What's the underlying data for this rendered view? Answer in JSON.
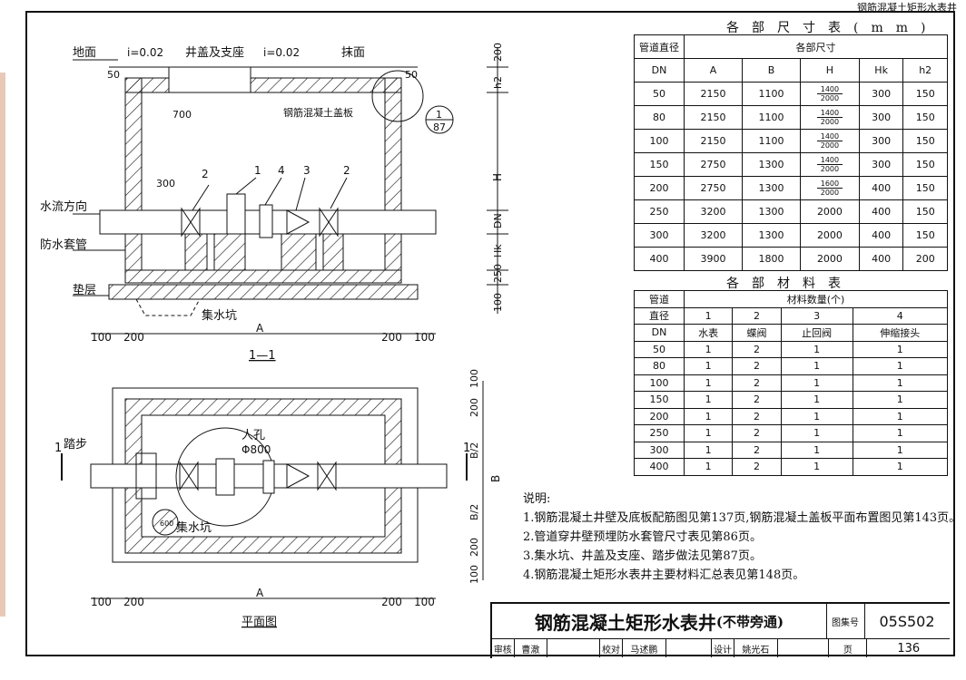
{
  "sheet_header": "钢筋混凝土矩形水表井",
  "section": {
    "label_ground": "地面",
    "label_slope_left": "i=0.02",
    "label_cover": "井盖及支座",
    "label_slope_right": "i=0.02",
    "label_finish": "抹面",
    "label_slab": "钢筋混凝土盖板",
    "label_flow": "水流方向",
    "label_sleeve": "防水套管",
    "label_bedding": "垫层",
    "label_sump": "集水坑",
    "detail_ref_top": "1",
    "detail_ref_bottom": "87",
    "dim_50_left": "50",
    "dim_50_right": "50",
    "dim_700": "700",
    "dim_300": "300",
    "dim_A": "A",
    "dim_100a": "100",
    "dim_200a": "200",
    "dim_200b": "200",
    "dim_100b": "100",
    "dim_200_v": "200",
    "dim_h2": "h2",
    "dim_H": "H",
    "dim_DN": "DN",
    "dim_Hk": "Hk",
    "dim_250": "250",
    "dim_100_v": "100",
    "part_2a": "2",
    "part_1": "1",
    "part_4": "4",
    "part_3": "3",
    "part_2b": "2",
    "title": "1—1"
  },
  "plan": {
    "label_step": "踏步",
    "label_manhole": "人孔",
    "label_manhole_dia": "Φ800",
    "label_sump": "集水坑",
    "label_sump_dim": "600",
    "section_mark": "1",
    "section_mark_right": "1",
    "dim_100a": "100",
    "dim_200a": "200",
    "dim_A": "A",
    "dim_200b": "200",
    "dim_100b": "100",
    "dim_v_100a": "100",
    "dim_v_200a": "200",
    "dim_B2a": "B/2",
    "dim_B": "B",
    "dim_B2b": "B/2",
    "dim_v_200b": "200",
    "dim_v_100b": "100",
    "title": "平面图"
  },
  "dim_table": {
    "caption": "各部尺寸表(mm)",
    "header_pipe": "管道直径",
    "header_group": "各部尺寸",
    "columns": [
      "DN",
      "A",
      "B",
      "H",
      "Hk",
      "h2"
    ],
    "rows": [
      {
        "dn": "50",
        "a": "2150",
        "b": "1100",
        "h_top": "1400",
        "h_bottom": "2000",
        "h": "",
        "hk": "300",
        "h2": "150"
      },
      {
        "dn": "80",
        "a": "2150",
        "b": "1100",
        "h_top": "1400",
        "h_bottom": "2000",
        "h": "",
        "hk": "300",
        "h2": "150"
      },
      {
        "dn": "100",
        "a": "2150",
        "b": "1100",
        "h_top": "1400",
        "h_bottom": "2000",
        "h": "",
        "hk": "300",
        "h2": "150"
      },
      {
        "dn": "150",
        "a": "2750",
        "b": "1300",
        "h_top": "1400",
        "h_bottom": "2000",
        "h": "",
        "hk": "300",
        "h2": "150"
      },
      {
        "dn": "200",
        "a": "2750",
        "b": "1300",
        "h_top": "1600",
        "h_bottom": "2000",
        "h": "",
        "hk": "400",
        "h2": "150"
      },
      {
        "dn": "250",
        "a": "3200",
        "b": "1300",
        "h_top": "",
        "h_bottom": "",
        "h": "2000",
        "hk": "400",
        "h2": "150"
      },
      {
        "dn": "300",
        "a": "3200",
        "b": "1300",
        "h_top": "",
        "h_bottom": "",
        "h": "2000",
        "hk": "400",
        "h2": "150"
      },
      {
        "dn": "400",
        "a": "3900",
        "b": "1800",
        "h_top": "",
        "h_bottom": "",
        "h": "2000",
        "hk": "400",
        "h2": "200"
      }
    ]
  },
  "mat_table": {
    "caption": "各部材料表",
    "header_pipe_1": "管道",
    "header_pipe_2": "直径",
    "header_group": "材料数量(个)",
    "col_numbers": [
      "1",
      "2",
      "3",
      "4"
    ],
    "col_dn": "DN",
    "col_names": [
      "水表",
      "蝶阀",
      "止回阀",
      "伸缩接头"
    ],
    "rows": [
      {
        "dn": "50",
        "c1": "1",
        "c2": "2",
        "c3": "1",
        "c4": "1"
      },
      {
        "dn": "80",
        "c1": "1",
        "c2": "2",
        "c3": "1",
        "c4": "1"
      },
      {
        "dn": "100",
        "c1": "1",
        "c2": "2",
        "c3": "1",
        "c4": "1"
      },
      {
        "dn": "150",
        "c1": "1",
        "c2": "2",
        "c3": "1",
        "c4": "1"
      },
      {
        "dn": "200",
        "c1": "1",
        "c2": "2",
        "c3": "1",
        "c4": "1"
      },
      {
        "dn": "250",
        "c1": "1",
        "c2": "2",
        "c3": "1",
        "c4": "1"
      },
      {
        "dn": "300",
        "c1": "1",
        "c2": "2",
        "c3": "1",
        "c4": "1"
      },
      {
        "dn": "400",
        "c1": "1",
        "c2": "2",
        "c3": "1",
        "c4": "1"
      }
    ]
  },
  "notes": {
    "heading": "说明:",
    "items": [
      "1.钢筋混凝土井壁及底板配筋图见第137页,钢筋混凝土盖板平面布置图见第143页。",
      "2.管道穿井壁预埋防水套管尺寸表见第86页。",
      "3.集水坑、井盖及支座、踏步做法见第87页。",
      "4.钢筋混凝土矩形水表井主要材料汇总表见第148页。"
    ]
  },
  "title_block": {
    "title_main": "钢筋混凝土矩形水表井",
    "title_sub": "(不带旁通)",
    "atlas_label": "图集号",
    "atlas_number": "05S502",
    "review_label": "审核",
    "review_name": "曹澈",
    "check_label": "校对",
    "check_name": "马述鹏",
    "design_label": "设计",
    "design_name": "姚光石",
    "page_label": "页",
    "page_number": "136"
  }
}
